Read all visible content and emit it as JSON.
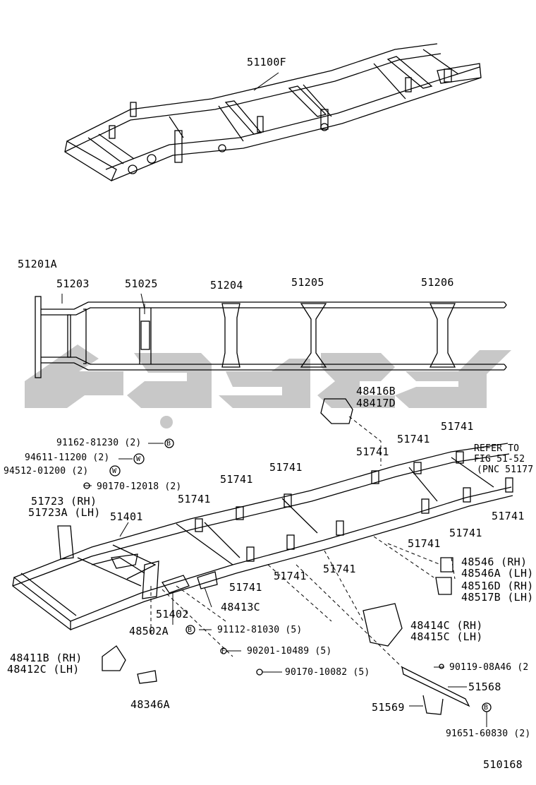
{
  "watermark": {
    "color": "#c8c8c8"
  },
  "overview_frame": {
    "part": "51100F"
  },
  "side_frame": {
    "parts": [
      "51201A",
      "51203",
      "51025",
      "51204",
      "51205",
      "51206"
    ]
  },
  "exploded": {
    "l_48416B": "48416B",
    "l_48417D": "48417D",
    "l_51741_a": "51741",
    "l_51741_b": "51741",
    "l_51741_c": "51741",
    "l_51741_d": "51741",
    "l_51741_e": "51741",
    "l_51741_f": "51741",
    "l_51741_g": "51741",
    "l_51741_h": "51741",
    "l_51741_i": "51741",
    "l_51741_j": "51741",
    "l_51741_k": "51741",
    "l_51741_l": "51741",
    "refer_1": "REFER TO",
    "refer_2": "FIG 51-52",
    "refer_3": "(PNC 51177",
    "l_91162": "91162-81230 (2)",
    "l_94611": "94611-11200 (2)",
    "l_94512": "94512-01200 (2)",
    "l_90170a": "90170-12018 (2)",
    "l_51723": "51723  (RH)",
    "l_51723A": "51723A (LH)",
    "l_51401": "51401",
    "l_51402": "51402",
    "l_48413C": "48413C",
    "l_48502A": "48502A",
    "l_91112": "91112-81030 (5)",
    "l_90201": "90201-10489 (5)",
    "l_90170b": "90170-10082 (5)",
    "l_48411B": "48411B (RH)",
    "l_48412C": "48412C (LH)",
    "l_48346A": "48346A",
    "l_48546": "48546  (RH)",
    "l_48546A": "48546A (LH)",
    "l_48516D": "48516D (RH)",
    "l_48517B": "48517B (LH)",
    "l_48414C": "48414C (RH)",
    "l_48415C": "48415C (LH)",
    "l_90119": "90119-08A46 (2",
    "l_51568": "51568",
    "l_51569": "51569",
    "l_91651": "91651-60830 (2)",
    "glyph_b": "B",
    "glyph_w": "W",
    "glyph_f": "F"
  },
  "figure_id": "510168"
}
